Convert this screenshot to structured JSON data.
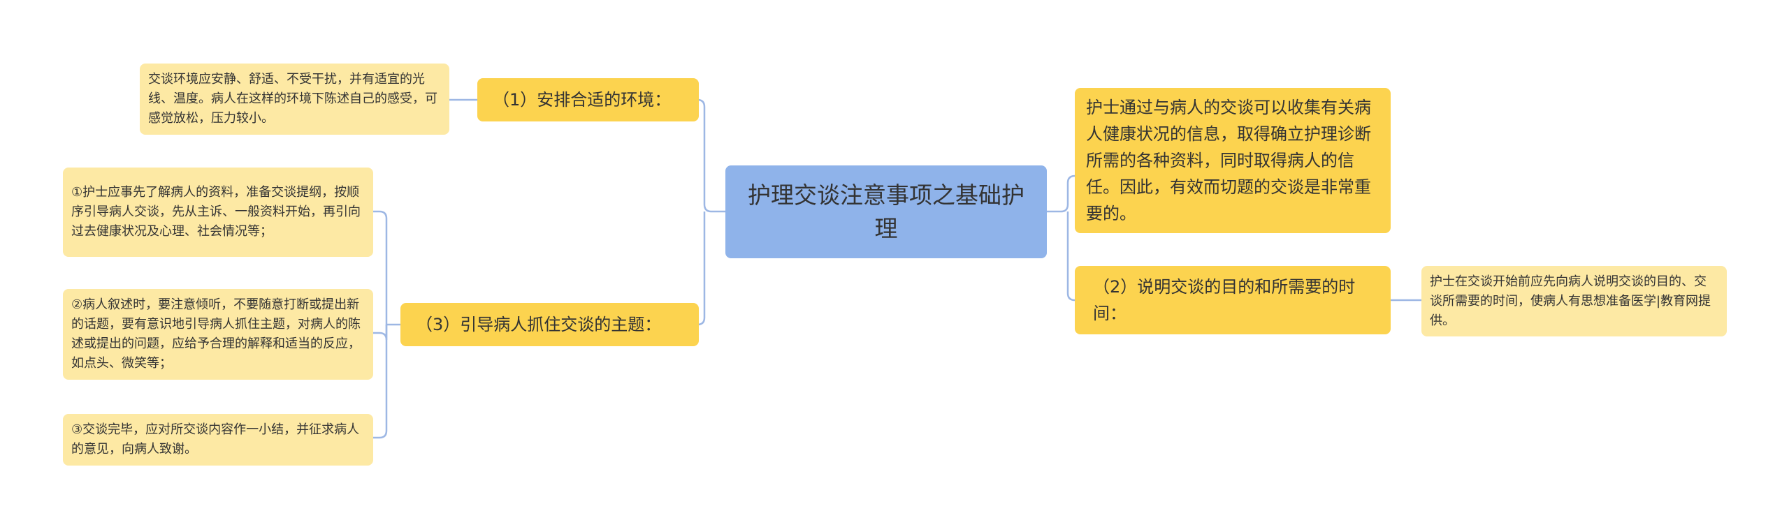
{
  "central": {
    "text": "护理交谈注意事项之基础护理"
  },
  "left": [
    {
      "title": "（1）安排合适的环境：",
      "details": [
        "交谈环境应安静、舒适、不受干扰，并有适宜的光线、温度。病人在这样的环境下陈述自己的感受，可感觉放松，压力较小。"
      ]
    },
    {
      "title": "（3）引导病人抓住交谈的主题：",
      "details": [
        "①护士应事先了解病人的资料，准备交谈提纲，按顺序引导病人交谈，先从主诉、一般资料开始，再引向过去健康状况及心理、社会情况等；",
        "②病人叙述时，要注意倾听，不要随意打断或提出新的话题，要有意识地引导病人抓住主题，对病人的陈述或提出的问题，应给予合理的解释和适当的反应，如点头、微笑等；",
        "③交谈完毕，应对所交谈内容作一小结，并征求病人的意见，向病人致谢。"
      ]
    }
  ],
  "right": [
    {
      "text": "护士通过与病人的交谈可以收集有关病人健康状况的信息，取得确立护理诊断所需的各种资料，同时取得病人的信任。因此，有效而切题的交谈是非常重要的。"
    },
    {
      "title": "（2）说明交谈的目的和所需要的时间：",
      "details": [
        "护士在交谈开始前应先向病人说明交谈的目的、交谈所需要的时间，使病人有思想准备医学|教育网提供。"
      ]
    }
  ],
  "colors": {
    "central_bg": "#8fb3ea",
    "primary_bg": "#fcd34f",
    "leaf_bg": "#fde9a4",
    "connector": "#9db7e4"
  }
}
